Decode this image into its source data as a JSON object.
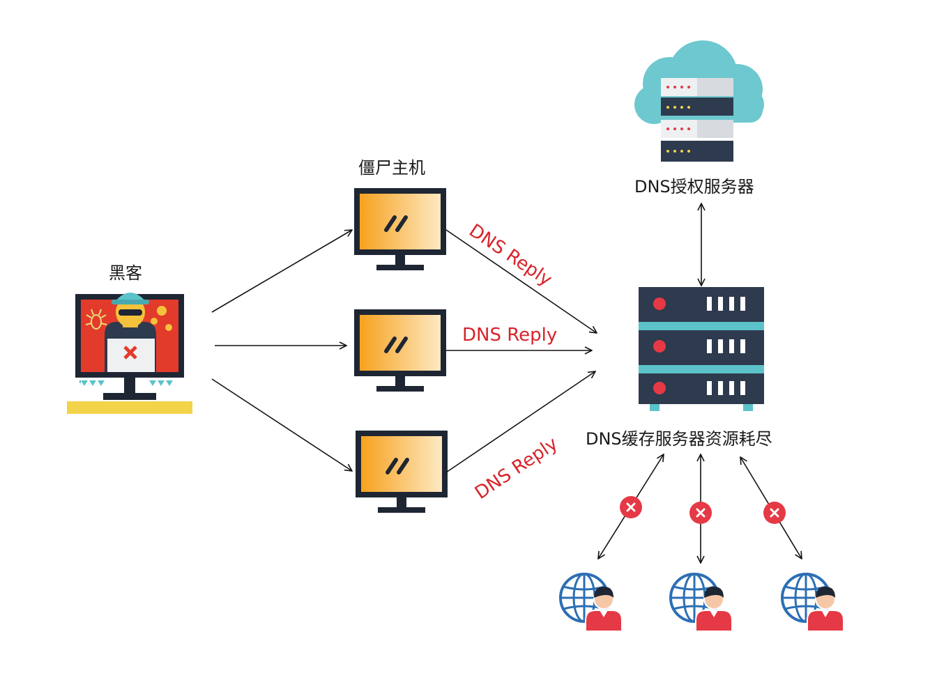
{
  "labels": {
    "hacker": "黑客",
    "zombie_hosts": "僵尸主机",
    "auth_server": "DNS授权服务器",
    "cache_server": "DNS缓存服务器资源耗尽"
  },
  "replies": [
    "DNS Reply",
    "DNS Reply",
    "DNS Reply"
  ],
  "colors": {
    "reply_text": "#d8232a",
    "monitor_frame": "#1f2633",
    "monitor_screen": "#f7a823",
    "server_dark": "#2e3a4e",
    "server_teal": "#5bc3c9",
    "cloud": "#6ec8cf",
    "blocked": "#e53945",
    "globe": "#2c6fb5",
    "user_shirt": "#e53945"
  },
  "icons": {
    "hacker": "hacker-computer-icon",
    "zombie": "monitor-icon",
    "auth_server": "cloud-server-icon",
    "cache_server": "server-rack-icon",
    "client": "globe-user-icon",
    "blocked": "blocked-x-icon"
  }
}
